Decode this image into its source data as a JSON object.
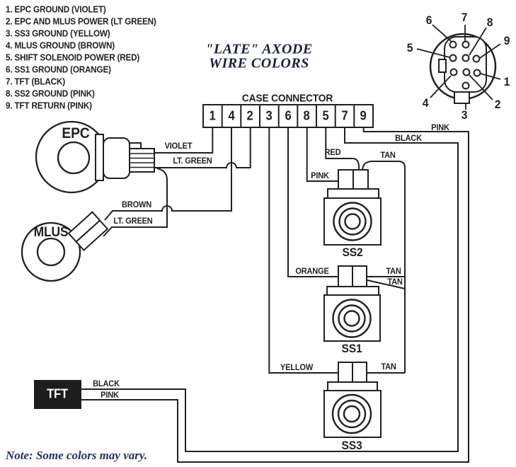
{
  "title": {
    "line1": "\"LATE\" AXODE",
    "line2": "WIRE COLORS"
  },
  "legend": {
    "items": [
      "1. EPC GROUND (VIOLET)",
      "2. EPC AND MLUS POWER (LT GREEN)",
      "3. SS3 GROUND (YELLOW)",
      "4. MLUS GROUND (BROWN)",
      "5. SHIFT SOLENOID POWER (RED)",
      "6. SS1 GROUND (ORANGE)",
      "7. TFT (BLACK)",
      "8. SS2 GROUND (PINK)",
      "9. TFT RETURN (PINK)"
    ]
  },
  "case_connector": {
    "label": "CASE CONNECTOR",
    "pins": [
      "1",
      "4",
      "2",
      "3",
      "6",
      "8",
      "5",
      "7",
      "9"
    ]
  },
  "round_connector": {
    "pins": [
      "6",
      "7",
      "8",
      "9",
      "5",
      "1",
      "2",
      "4",
      "3"
    ]
  },
  "components": {
    "epc": "EPC",
    "mlus": "MLUS",
    "tft": "TFT",
    "ss1": "SS1",
    "ss2": "SS2",
    "ss3": "SS3"
  },
  "wires": {
    "violet": "VIOLET",
    "lt_green_epc": "LT. GREEN",
    "brown": "BROWN",
    "lt_green_mlus": "LT. GREEN",
    "red": "RED",
    "pink_ss2": "PINK",
    "tan_ss2": "TAN",
    "orange": "ORANGE",
    "tan_ss1_upper": "TAN",
    "tan_ss1_lower": "TAN",
    "yellow": "YELLOW",
    "tan_ss3": "TAN",
    "black_case": "BLACK",
    "pink_case": "PINK",
    "black_tft": "BLACK",
    "pink_tft": "PINK"
  },
  "note": "Note:  Some colors may vary.",
  "colors": {
    "line": "#231f20",
    "title": "#1c1f3d",
    "note": "#243169"
  }
}
